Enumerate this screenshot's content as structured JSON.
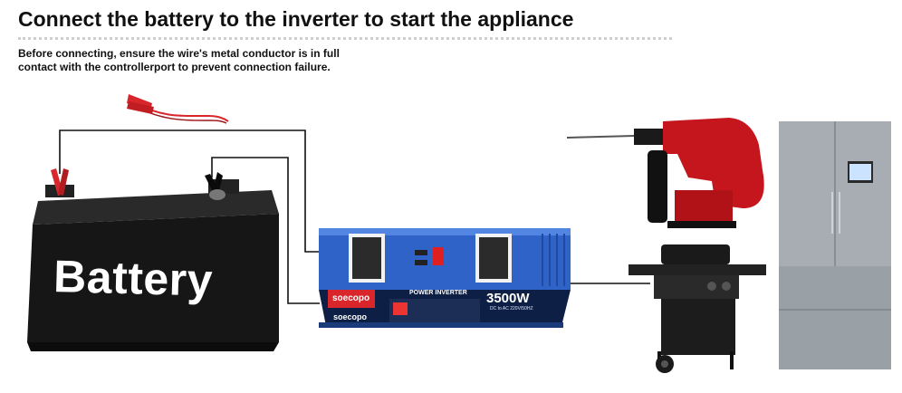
{
  "header": {
    "title": "Connect the battery to the inverter to start the appliance",
    "subtitle": "Before connecting, ensure the wire's metal conductor is in full contact with the controllerport to prevent connection failure."
  },
  "battery": {
    "label": "Battery"
  },
  "inverter": {
    "brand_primary": "soecopo",
    "brand_secondary": "soecopo",
    "banner": "POWER INVERTER",
    "power_rating": "3500W",
    "spec": "DC to AC 220V/50HZ"
  },
  "colors": {
    "battery_body": "#161616",
    "inverter_blue": "#2f63c8",
    "clamp_red": "#d8262a",
    "drill_red": "#c4161c",
    "fridge_silver": "#a7adb3",
    "wire": "#111111"
  },
  "icons": {
    "appliances": [
      "rotary-hammer-drill-icon",
      "bbq-grill-icon",
      "refrigerator-icon"
    ]
  }
}
